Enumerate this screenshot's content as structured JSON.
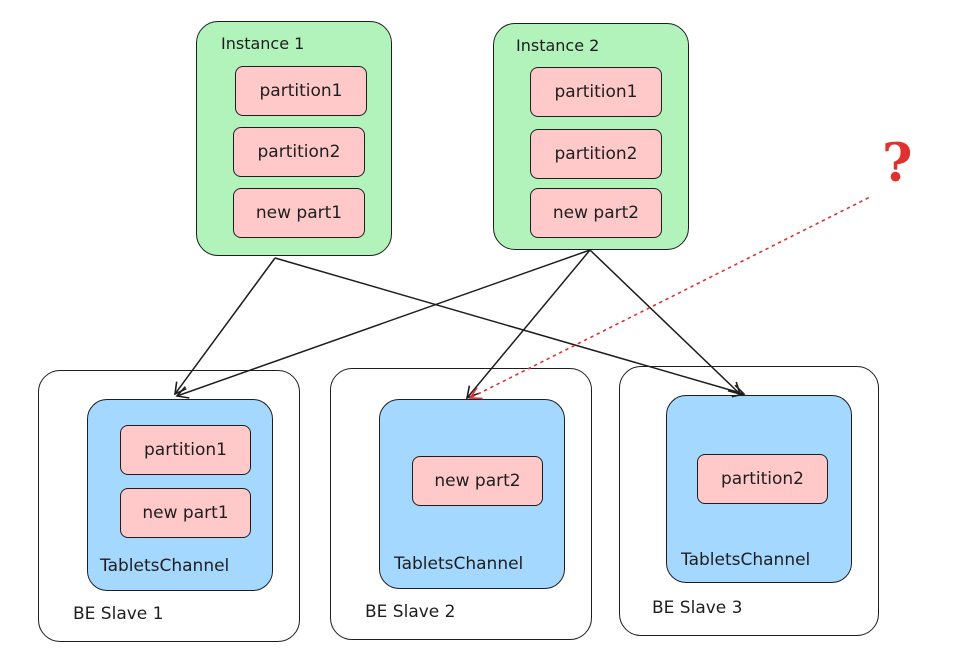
{
  "instances": [
    {
      "title": "Instance 1",
      "partitions": [
        "partition1",
        "partition2",
        "new part1"
      ]
    },
    {
      "title": "Instance 2",
      "partitions": [
        "partition1",
        "partition2",
        "new part2"
      ]
    }
  ],
  "be_slaves": [
    {
      "title": "BE Slave 1",
      "channel_label": "TabletsChannel",
      "partitions": [
        "partition1",
        "new part1"
      ]
    },
    {
      "title": "BE Slave 2",
      "channel_label": "TabletsChannel",
      "partitions": [
        "new part2"
      ]
    },
    {
      "title": "BE Slave 3",
      "channel_label": "TabletsChannel",
      "partitions": [
        "partition2"
      ]
    }
  ],
  "unknown_marker": "?",
  "colors": {
    "instance_fill": "#b2f2bb",
    "partition_fill": "#ffc9c9",
    "channel_fill": "#a5d8ff",
    "stroke": "#1e1e1e",
    "dotted_arrow": "#e03131"
  }
}
